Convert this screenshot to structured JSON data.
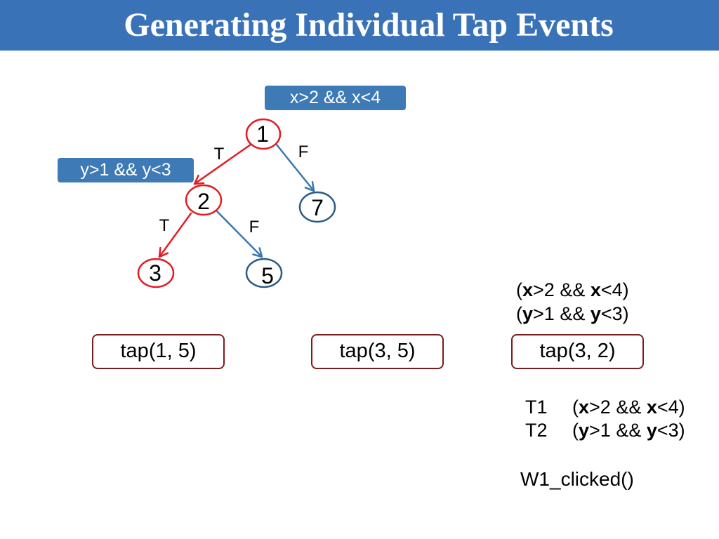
{
  "title": "Generating Individual Tap Events",
  "condition_labels": {
    "node_1": "x>2 && x<4",
    "node_2": "y>1 && y<3"
  },
  "tree": {
    "nodes": {
      "n1": {
        "label": "1",
        "color": "#e31c23"
      },
      "n2": {
        "label": "2",
        "color": "#e31c23"
      },
      "n3": {
        "label": "3",
        "color": "#e31c23"
      },
      "n5": {
        "label": "5",
        "color": "#2c5a87"
      },
      "n7": {
        "label": "7",
        "color": "#2c5a87"
      }
    },
    "edges": {
      "n1_n2": {
        "label": "T",
        "color": "#e31c23"
      },
      "n1_n7": {
        "label": "F",
        "color": "#3b77b3"
      },
      "n2_n3": {
        "label": "T",
        "color": "#e31c23"
      },
      "n2_n5": {
        "label": "F",
        "color": "#3b77b3"
      }
    }
  },
  "path_condition": [
    {
      "open": "(",
      "var_a": "x",
      "mid": ">2 && ",
      "var_b": "x",
      "close": "<4)"
    },
    {
      "open": "(",
      "var_a": "y",
      "mid": ">1 && ",
      "var_b": "y",
      "close": "<3)"
    }
  ],
  "tap_calls": [
    "tap(1, 5)",
    "tap(3, 5)",
    "tap(3, 2)"
  ],
  "test_case": {
    "steps": [
      {
        "id": "T1",
        "condition": {
          "open": "(",
          "var_a": "x",
          "mid": ">2 && ",
          "var_b": "x",
          "close": "<4)"
        }
      },
      {
        "id": "T2",
        "condition": {
          "open": "(",
          "var_a": "y",
          "mid": ">1 && ",
          "var_b": "y",
          "close": "<3)"
        }
      }
    ],
    "handler": "W1_clicked()"
  },
  "colors": {
    "header_bar": "#3a72b8",
    "condition_box": "#3e7ab6",
    "tap_box_border": "#7a1c1c"
  }
}
